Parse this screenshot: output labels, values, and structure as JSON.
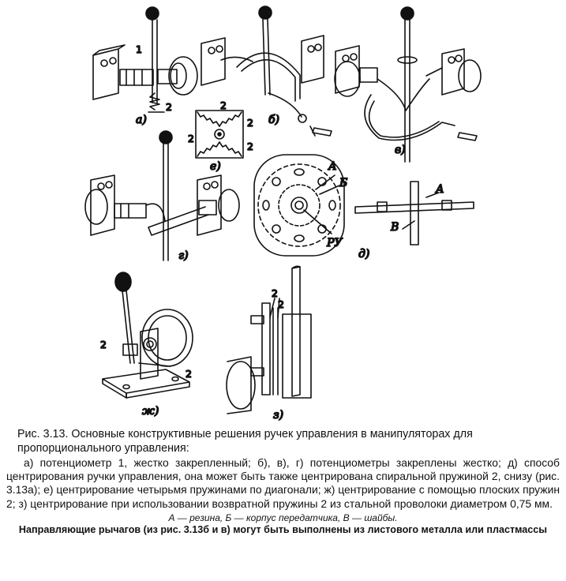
{
  "figure": {
    "panel_labels": {
      "a": "а)",
      "b": "б)",
      "v": "в)",
      "g": "г)",
      "d": "д)",
      "e": "е)",
      "zh": "ж)",
      "z": "з)"
    },
    "part_numbers": {
      "one": "1",
      "two": "2"
    },
    "letter_labels": {
      "A": "А",
      "B_cyr": "Б",
      "V": "В",
      "RU": "РУ"
    }
  },
  "caption": {
    "title": "Рис. 3.13. Основные конструктивные решения ручек управления в манипуляторах для пропорционального управления:",
    "body": "а) потенциометр 1, жестко закрепленный; б), в), г) потенциометры закреплены жестко; д) способ центрирования ручки управления, она может быть также центрирована спиральной пружиной 2, снизу (рис. 3.13а); е) центрирование четырьмя пружинами по диагонали; ж) центрирование с помощью плоских пружин 2; з) центрирование при использовании возвратной пружины 2 из стальной проволоки диаметром 0,75 мм.",
    "legend": "А — резина, Б — корпус передатчика, В — шайбы.",
    "note": "Направляющие рычагов (из рис. 3.13б и в) могут быть выполнены из листового металла или пластмассы"
  }
}
